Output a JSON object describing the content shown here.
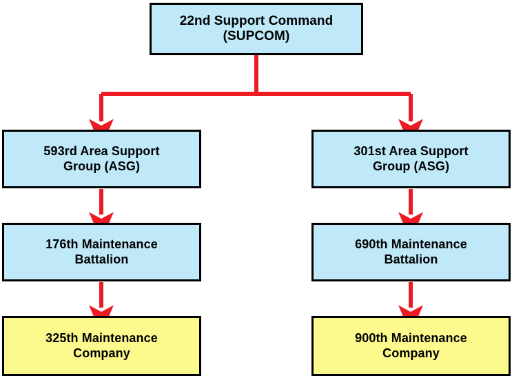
{
  "diagram": {
    "type": "organization-chart",
    "orientation": "top-down",
    "colors": {
      "box_fill_blue": "#BFE9F8",
      "box_fill_yellow": "#FDFA8D",
      "box_border": "#000000",
      "connector": "#ED1C24",
      "background": "#FFFFFF",
      "text": "#000000"
    },
    "nodes": [
      {
        "id": "supcom",
        "label": "22nd Support Command\n(SUPCOM)",
        "line1": "22nd Support Command",
        "line2": "(SUPCOM)",
        "level": 1,
        "fill": "blue"
      },
      {
        "id": "asg-593",
        "label": "593rd Area Support\nGroup (ASG)",
        "line1": "593rd Area Support",
        "line2": "Group (ASG)",
        "level": 2,
        "column": "left",
        "fill": "blue"
      },
      {
        "id": "asg-301",
        "label": "301st Area Support\nGroup (ASG)",
        "line1": "301st Area Support",
        "line2": "Group (ASG)",
        "level": 2,
        "column": "right",
        "fill": "blue"
      },
      {
        "id": "bn-176",
        "label": "176th Maintenance\nBattalion",
        "line1": "176th Maintenance",
        "line2": "Battalion",
        "level": 3,
        "column": "left",
        "fill": "blue"
      },
      {
        "id": "bn-690",
        "label": "690th Maintenance\nBattalion",
        "line1": "690th Maintenance",
        "line2": "Battalion",
        "level": 3,
        "column": "right",
        "fill": "blue"
      },
      {
        "id": "co-325",
        "label": "325th Maintenance\nCompany",
        "line1": "325th Maintenance",
        "line2": "Company",
        "level": 4,
        "column": "left",
        "fill": "yellow"
      },
      {
        "id": "co-900",
        "label": "900th Maintenance\nCompany",
        "line1": "900th Maintenance",
        "line2": "Company",
        "level": 4,
        "column": "right",
        "fill": "yellow"
      }
    ],
    "edges": [
      {
        "from": "supcom",
        "to": "asg-593",
        "style": "elbow-arrow"
      },
      {
        "from": "supcom",
        "to": "asg-301",
        "style": "elbow-arrow"
      },
      {
        "from": "asg-593",
        "to": "bn-176",
        "style": "straight-arrow"
      },
      {
        "from": "asg-301",
        "to": "bn-690",
        "style": "straight-arrow"
      },
      {
        "from": "bn-176",
        "to": "co-325",
        "style": "straight-arrow"
      },
      {
        "from": "bn-690",
        "to": "co-900",
        "style": "straight-arrow"
      }
    ]
  }
}
